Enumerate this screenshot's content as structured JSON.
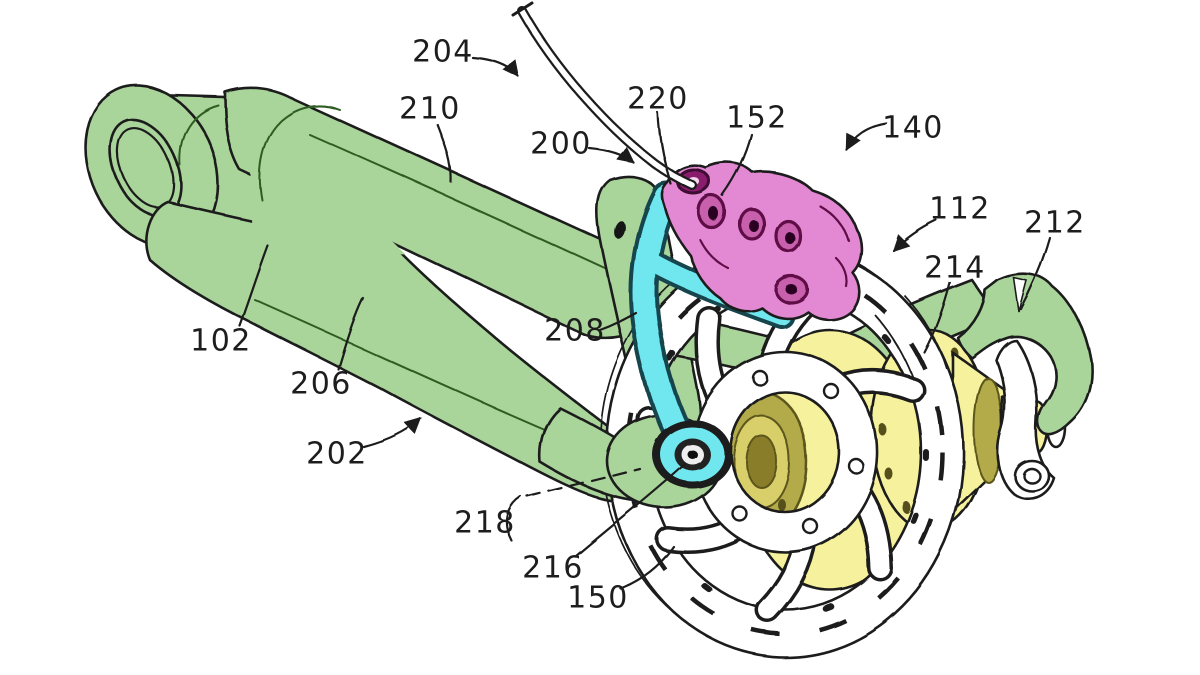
{
  "colors": {
    "bg": "#ffffff",
    "frame-green": "#a9d49a",
    "link-cyan": "#6fe7ef",
    "caliper-pink": "#e389d3",
    "hub-yellow": "#f5f19c",
    "line-ink": "#1f1f1f"
  },
  "labels": [
    {
      "ref": "204",
      "text": "204"
    },
    {
      "ref": "210",
      "text": "210"
    },
    {
      "ref": "200",
      "text": "200"
    },
    {
      "ref": "220",
      "text": "220"
    },
    {
      "ref": "152",
      "text": "152"
    },
    {
      "ref": "140",
      "text": "140"
    },
    {
      "ref": "112",
      "text": "112"
    },
    {
      "ref": "212",
      "text": "212"
    },
    {
      "ref": "214",
      "text": "214"
    },
    {
      "ref": "102",
      "text": "102"
    },
    {
      "ref": "206",
      "text": "206"
    },
    {
      "ref": "202",
      "text": "202"
    },
    {
      "ref": "208",
      "text": "208"
    },
    {
      "ref": "218",
      "text": "218"
    },
    {
      "ref": "216",
      "text": "216"
    },
    {
      "ref": "150",
      "text": "150"
    }
  ]
}
